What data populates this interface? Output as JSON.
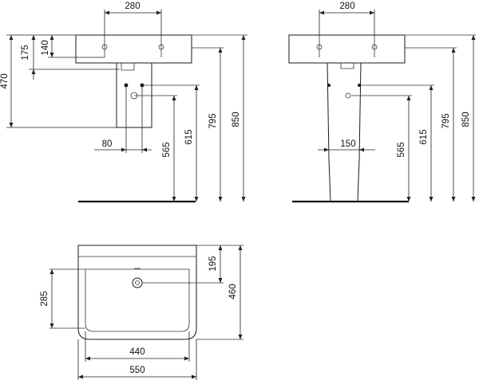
{
  "side_view": {
    "top_width": "280",
    "depth_140": "140",
    "depth_175": "175",
    "left_470": "470",
    "outlet_80": "80",
    "h_565": "565",
    "h_615": "615",
    "h_795": "795",
    "h_850": "850"
  },
  "front_view": {
    "top_width": "280",
    "pedestal_150": "150",
    "h_565": "565",
    "h_615": "615",
    "h_795": "795",
    "h_850": "850"
  },
  "plan_view": {
    "depth_195": "195",
    "depth_460": "460",
    "inner_285": "285",
    "inner_440": "440",
    "outer_550": "550"
  }
}
